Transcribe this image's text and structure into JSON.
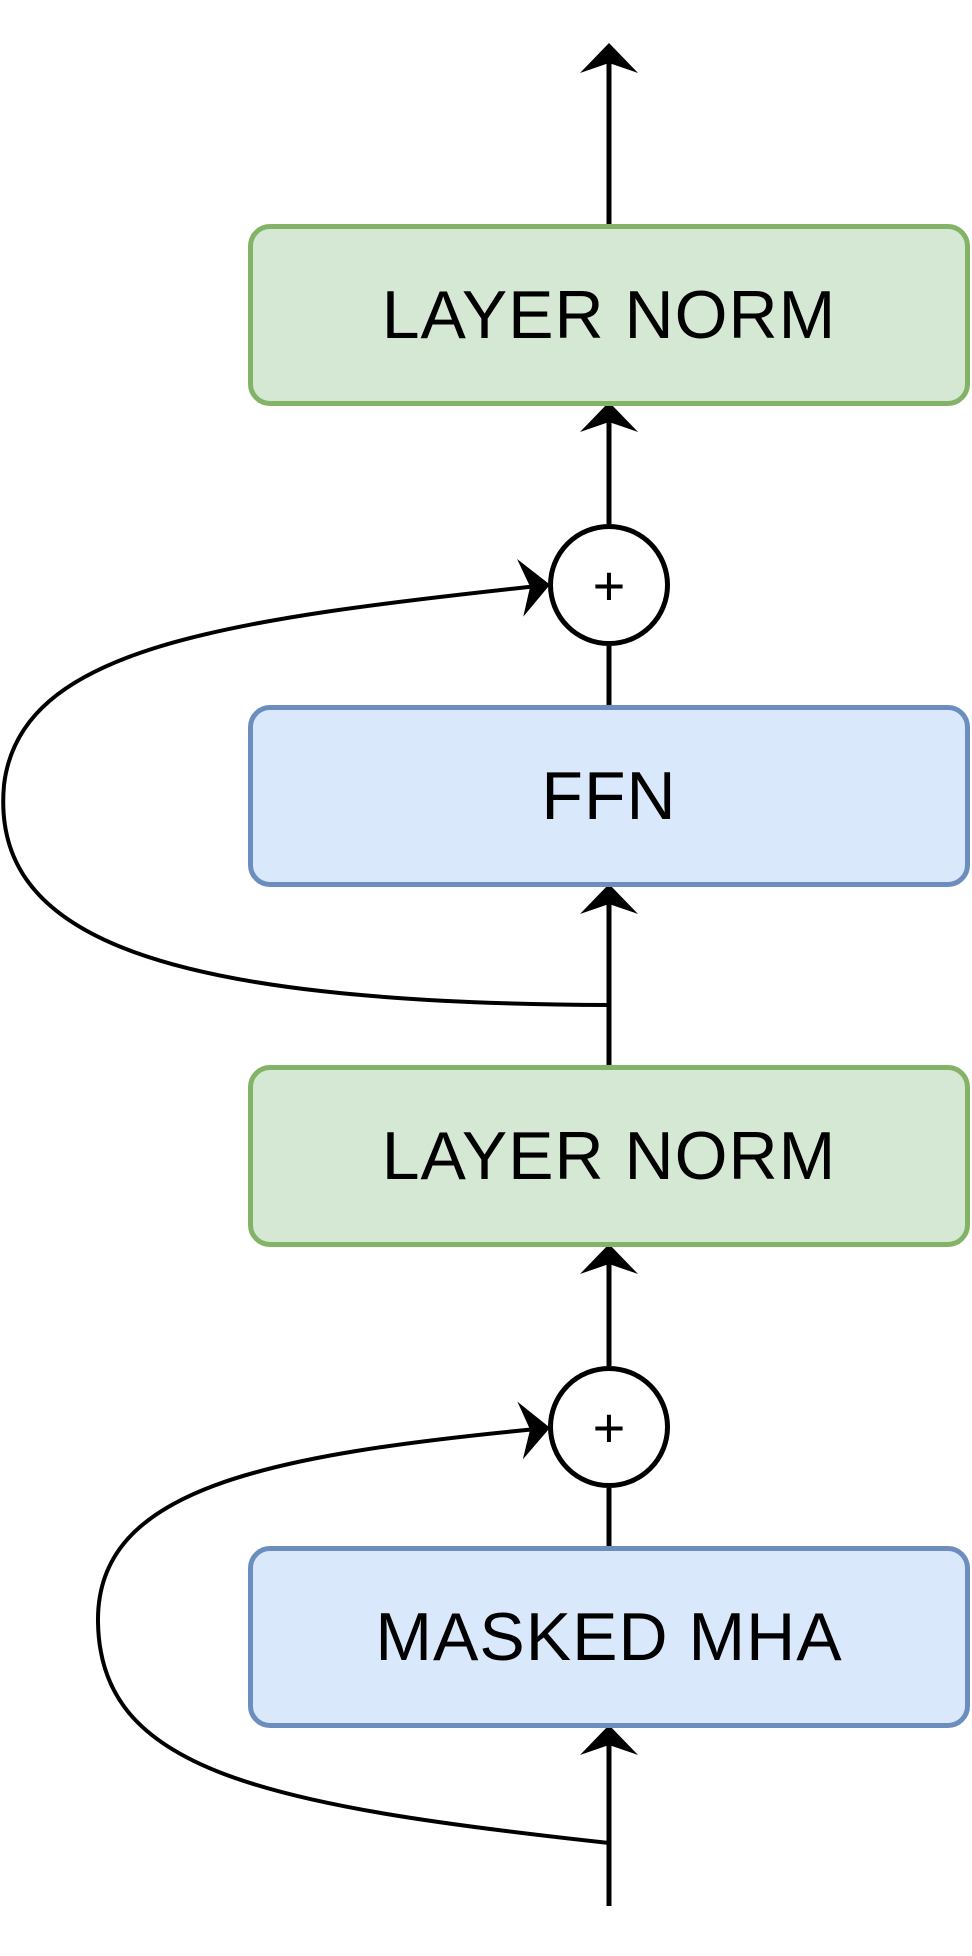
{
  "blocks": {
    "layer_norm_top": "LAYER NORM",
    "ffn": "FFN",
    "layer_norm_bottom": "LAYER NORM",
    "masked_mha": "MASKED MHA"
  },
  "adders": {
    "top": "+",
    "bottom": "+"
  },
  "colors": {
    "norm_fill": "#d5e8d4",
    "norm_border": "#82b366",
    "compute_fill": "#dae8fc",
    "compute_border": "#6c8ebf",
    "line": "#000000"
  }
}
